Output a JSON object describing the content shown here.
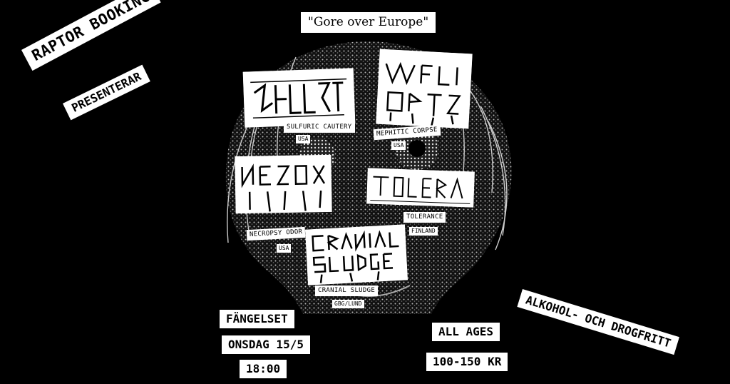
{
  "header": {
    "presenter": "RAPTOR BOOKING",
    "presents": "PRESENTERAR",
    "tour_title": "\"Gore over Europe\""
  },
  "bands": [
    {
      "name": "SULFURIC CAUTERY",
      "origin": "USA"
    },
    {
      "name": "MEPHITIC CORPSE",
      "origin": "USA"
    },
    {
      "name": "NECROPSY ODOR",
      "origin": "USA"
    },
    {
      "name": "TOLERANCE",
      "origin": "FINLAND"
    },
    {
      "name": "CRANIAL SLUDGE",
      "origin": "GBG/LUND"
    }
  ],
  "event": {
    "venue": "FÄNGELSET",
    "date": "ONSDAG 15/5",
    "time": "18:00",
    "age": "ALL AGES",
    "price": "100-150 KR",
    "policy": "ALKOHOL- OCH DROGFRITT"
  },
  "colors": {
    "background": "#000000",
    "paper": "#ffffff",
    "ink": "#000000"
  }
}
